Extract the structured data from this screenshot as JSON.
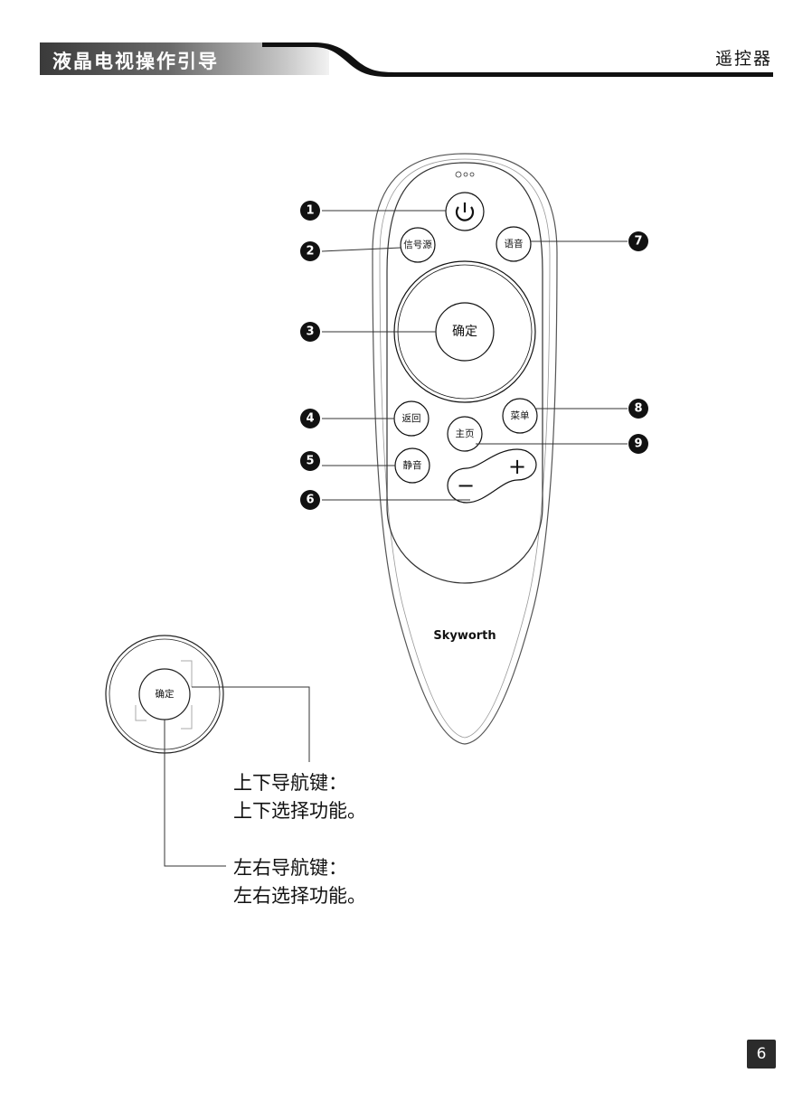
{
  "header": {
    "title": "液晶电视操作引导",
    "section": "遥控器"
  },
  "remote": {
    "buttons": {
      "source": "信号源",
      "voice": "语音",
      "ok": "确定",
      "back": "返回",
      "menu": "菜单",
      "home": "主页",
      "mute": "静音",
      "vol_plus": "+",
      "vol_minus": "−"
    },
    "brand": "Skyworth",
    "callouts": [
      "1",
      "2",
      "3",
      "4",
      "5",
      "6",
      "7",
      "8",
      "9"
    ]
  },
  "detail": {
    "ok_label": "确定",
    "updown_title": "上下导航键：",
    "updown_desc": "上下选择功能。",
    "leftright_title": "左右导航键：",
    "leftright_desc": "左右选择功能。"
  },
  "page_number": "6"
}
